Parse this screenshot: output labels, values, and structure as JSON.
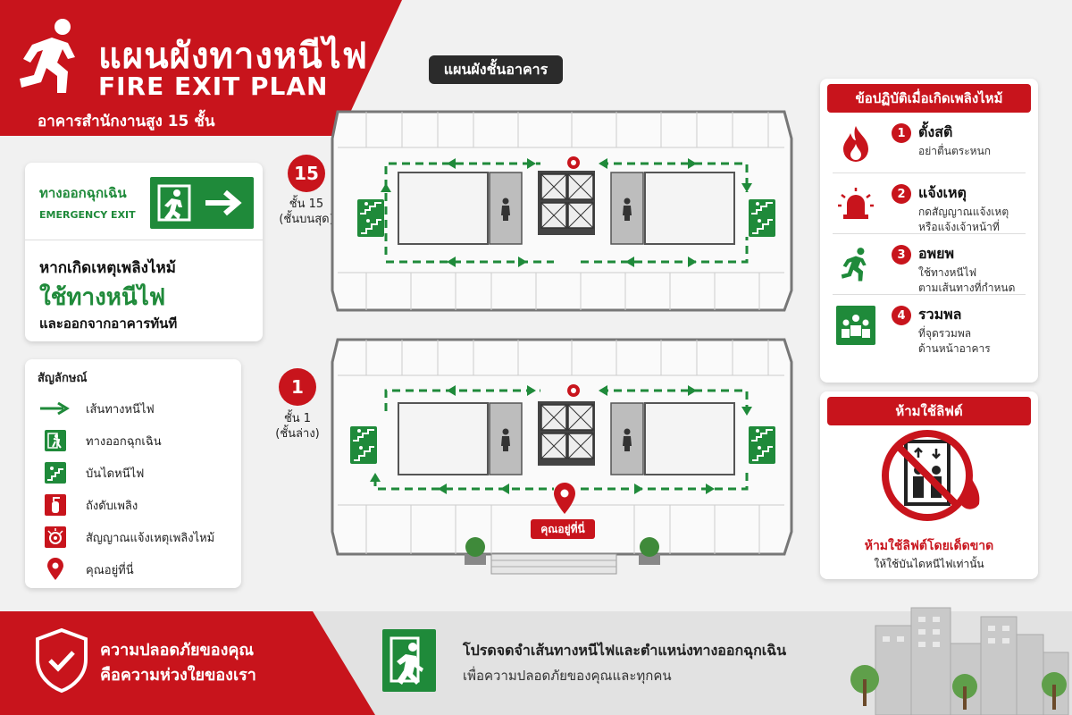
{
  "header": {
    "title_th": "แผนผังทางหนีไฟ",
    "title_en": "FIRE EXIT PLAN",
    "subtitle": "อาคารสำนักงานสูง 15 ชั้น"
  },
  "plan_label": "แผนผังชั้นอาคาร",
  "exit_card": {
    "label_th": "ทางออกฉุกเฉิน",
    "label_en": "EMERGENCY EXIT",
    "line1": "หากเกิดเหตุเพลิงไหม้",
    "line2": "ใช้ทางหนีไฟ",
    "line3": "และออกจากอาคารทันที"
  },
  "legend": {
    "title": "สัญลักษณ์",
    "items": [
      {
        "icon": "green-arrow-icon",
        "label": "เส้นทางหนีไฟ"
      },
      {
        "icon": "emergency-exit-icon",
        "label": "ทางออกฉุกเฉิน"
      },
      {
        "icon": "fire-stairs-icon",
        "label": "บันไดหนีไฟ"
      },
      {
        "icon": "fire-extinguisher-icon",
        "label": "ถังดับเพลิง"
      },
      {
        "icon": "fire-alarm-icon",
        "label": "สัญญาณแจ้งเหตุเพลิงไหม้"
      },
      {
        "icon": "location-pin-icon",
        "label": "คุณอยู่ที่นี่"
      }
    ]
  },
  "floors": [
    {
      "number": "15",
      "label": "ชั้น 15",
      "sublabel": "(ชั้นบนสุด)"
    },
    {
      "number": "1",
      "label": "ชั้น 1",
      "sublabel": "(ชั้นล่าง)"
    }
  ],
  "you_are_here": "คุณอยู่ที่นี่",
  "steps_panel": {
    "title": "ข้อปฏิบัติเมื่อเกิดเพลิงไหม้",
    "steps": [
      {
        "num": "1",
        "icon": "fire-icon",
        "title": "ตั้งสติ",
        "desc1": "อย่าตื่นตระหนก",
        "desc2": ""
      },
      {
        "num": "2",
        "icon": "alarm-bell-icon",
        "title": "แจ้งเหตุ",
        "desc1": "กดสัญญาณแจ้งเหตุ",
        "desc2": "หรือแจ้งเจ้าหน้าที่"
      },
      {
        "num": "3",
        "icon": "running-person-icon",
        "title": "อพยพ",
        "desc1": "ใช้ทางหนีไฟ",
        "desc2": "ตามเส้นทางที่กำหนด"
      },
      {
        "num": "4",
        "icon": "assembly-point-icon",
        "title": "รวมพล",
        "desc1": "ที่จุดรวมพล",
        "desc2": "ด้านหน้าอาคาร"
      }
    ]
  },
  "no_elevator": {
    "title": "ห้ามใช้ลิฟต์",
    "line1": "ห้ามใช้ลิฟต์โดยเด็ดขาด",
    "line2": "ให้ใช้บันไดหนีไฟเท่านั้น"
  },
  "footer": {
    "slogan1": "ความปลอดภัยของคุณ",
    "slogan2": "คือความห่วงใยของเรา",
    "note1": "โปรดจดจำเส้นทางหนีไฟและตำแหน่งทางออกฉุกเฉิน",
    "note2": "เพื่อความปลอดภัยของคุณและทุกคน"
  },
  "colors": {
    "red": "#c8141c",
    "green": "#1f8a3a",
    "dark": "#2b2b2b"
  }
}
